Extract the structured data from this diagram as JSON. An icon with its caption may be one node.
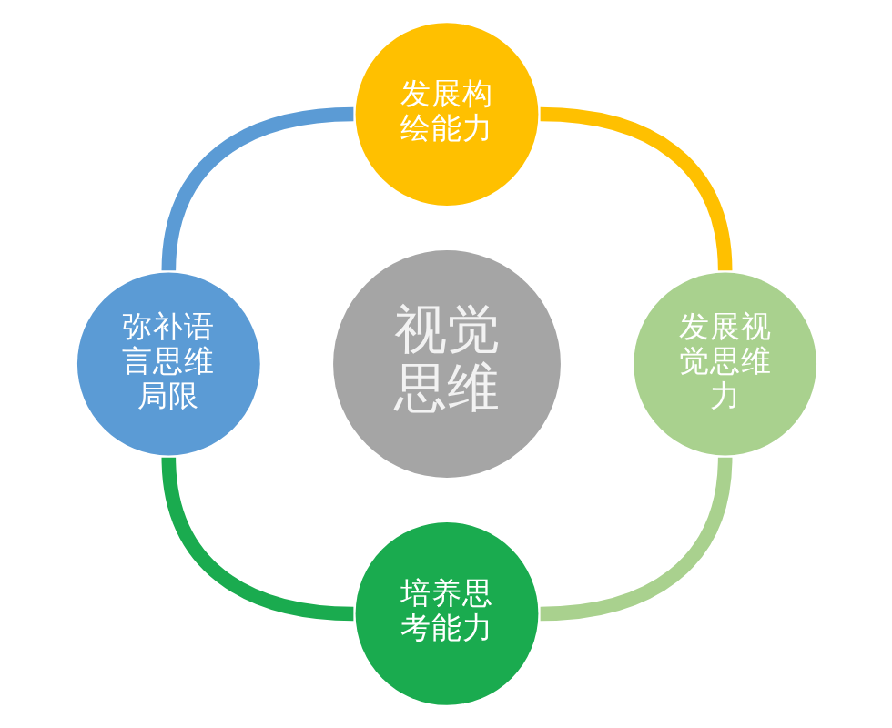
{
  "diagram": {
    "nodes": [
      {
        "text": [
          "发展构绘能力"
        ]
      },
      {
        "text": [
          "弥补语言思维局限"
        ]
      },
      {
        "text": [
          "视觉思维"
        ]
      },
      {
        "text": [
          "发展视觉思维力"
        ]
      },
      {
        "text": [
          "培养思考能力"
        ]
      }
    ],
    "edges": [
      {
        "from": 0,
        "to": 3,
        "arrow": "none",
        "color": "#ffc000"
      },
      {
        "from": 3,
        "to": 4,
        "arrow": "none",
        "color": "#a9d18e"
      },
      {
        "from": 4,
        "to": 1,
        "arrow": "none",
        "color": "#1aab4f"
      },
      {
        "from": 1,
        "to": 0,
        "arrow": "none",
        "color": "#5b9bd5"
      }
    ]
  }
}
